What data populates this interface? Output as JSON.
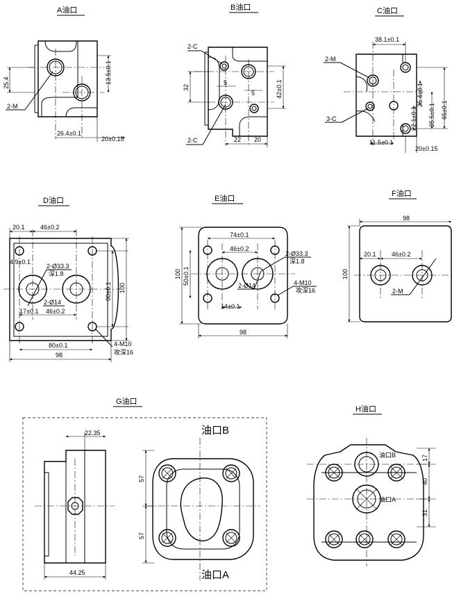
{
  "views": {
    "A": {
      "title": "A油口",
      "dims": {
        "h254": "25.4",
        "v135": "13.5±0.1",
        "b264": "26.4±0.1",
        "b20": "20±0.15"
      },
      "labels": {
        "m": "2-M"
      }
    },
    "B": {
      "title": "B油口",
      "dims": {
        "v32": "32",
        "v42": "42±0.1",
        "b22": "22",
        "b20": "20",
        "s5a": "5",
        "s5b": "5"
      },
      "labels": {
        "c1": "2-C",
        "c2": "2-C"
      }
    },
    "C": {
      "title": "C油口",
      "dims": {
        "t381": "38.1±0.1",
        "v254": "25.4±0.1",
        "v221": "22.1±0.1",
        "v355": "35.5±0.1",
        "v65": "65±0.1",
        "b115": "11.5±0.1",
        "b20": "20±0.15"
      },
      "labels": {
        "m": "2-M",
        "c": "3-C"
      }
    },
    "D": {
      "title": "D油口",
      "dims": {
        "t201": "20.1",
        "t462": "46±0.2",
        "l49": "4.9±0.1",
        "r801": "80±0.1",
        "r100": "100",
        "b171": "17±0.1",
        "b462": "46±0.2",
        "b80": "80±0.1",
        "b98": "98"
      },
      "labels": {
        "bore": "2-Ø33.3",
        "bore_depth": "深1.8",
        "bore_small": "2-Ø14",
        "m10": "4-M10",
        "m10_depth": "攻深16"
      }
    },
    "E": {
      "title": "E油口",
      "dims": {
        "t741": "74±0.1",
        "t462": "46±0.2",
        "l100": "100",
        "l50": "50±0.1",
        "b141": "14±0.1",
        "b98": "98"
      },
      "labels": {
        "bore": "2-Ø33.3",
        "bore_depth": "深1.8",
        "bore_small": "2-Ø14",
        "m10": "4-M10",
        "m10_depth": "攻深16"
      }
    },
    "F": {
      "title": "F油口",
      "dims": {
        "t98": "98",
        "l100": "100",
        "m201": "20.1",
        "m462": "46±0.2"
      },
      "labels": {
        "m": "2-M"
      }
    },
    "G": {
      "title": "G油口",
      "dims": {
        "t2235": "22.35",
        "b4425": "44.25",
        "v57a": "57",
        "v57b": "57"
      },
      "labels": {
        "portB": "油口B",
        "portA": "油口A"
      }
    },
    "H": {
      "title": "H油口",
      "dims": {
        "r17": "17",
        "r40": "40",
        "r31": "31"
      },
      "labels": {
        "portB": "油口B",
        "portA": "油口A"
      }
    }
  }
}
